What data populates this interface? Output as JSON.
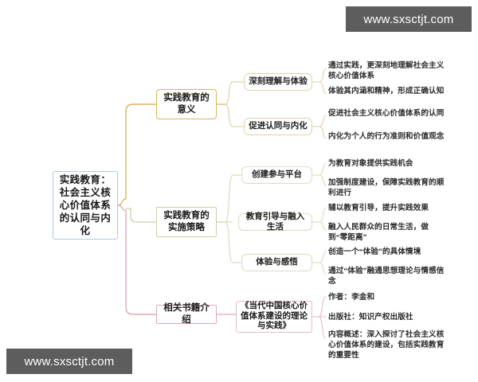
{
  "diagram": {
    "type": "mindmap",
    "root": {
      "label": "实践教育：社会主义核心价值体系的认同与内化",
      "border_color": "#a8cde0"
    },
    "branches": [
      {
        "label": "实践教育的意义",
        "color": "#d7b657",
        "children": [
          {
            "label": "深刻理解与体验",
            "color": "#ded2ab",
            "leaves": [
              "通过实践，更深刻地理解社会主义核心价值体系",
              "体验其内涵和精神，形成正确认知"
            ]
          },
          {
            "label": "促进认同与内化",
            "color": "#ded2ab",
            "leaves": [
              "促进社会主义核心价值体系的认同",
              "内化为个人的行为准则和价值观念"
            ]
          }
        ]
      },
      {
        "label": "实践教育的实施策略",
        "color": "#c3d5a4",
        "children": [
          {
            "label": "创建参与平台",
            "color": "#d2e0bd",
            "leaves": [
              "为教育对象提供实践机会",
              "加强制度建设，保障实践教育的顺利进行"
            ]
          },
          {
            "label": "教育引导与融入生活",
            "color": "#d2e0bd",
            "leaves": [
              "辅以教育引导，提升实践效果",
              "融入人民群众的日常生活，做到“零距离”"
            ]
          },
          {
            "label": "体验与感悟",
            "color": "#d2e0bd",
            "leaves": [
              "创造一个“体验”的具体情境",
              "通过“体验”融通思想理论与情感信念"
            ]
          }
        ]
      },
      {
        "label": "相关书籍介绍",
        "color": "#e0a8b4",
        "children": [
          {
            "label": "《当代中国核心价值体系建设的理论与实践》",
            "color": "#e5bcc5",
            "leaves": [
              "作者：李金和",
              "出版社：知识产权出版社",
              "内容概述：深入探讨了社会主义核心价值体系的建设，包括实践教育的重要性"
            ]
          }
        ]
      }
    ]
  },
  "watermarks": {
    "top": "www.sxsctjt.com",
    "bottom": "www.sxsctjt.com"
  }
}
